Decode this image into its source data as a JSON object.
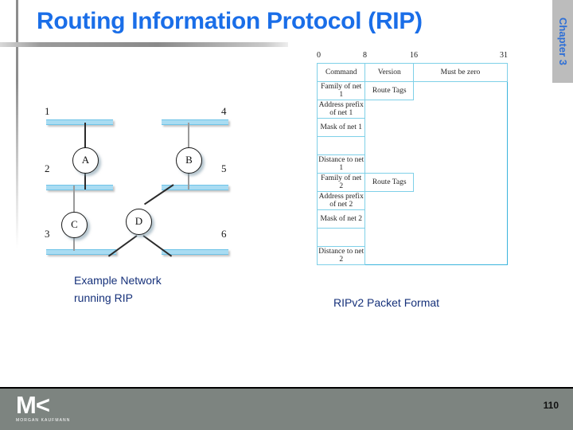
{
  "slide": {
    "title": "Routing Information Protocol (RIP)",
    "chapter_tab": "Chapter 3",
    "page_number": "110",
    "title_color": "#1a6ee8",
    "caption_color": "#16317a",
    "footer_color": "#7d8480",
    "net_bar_color": "#a9dcf2",
    "table_border_color": "#3ab4dd"
  },
  "network_diagram": {
    "caption_line1": "Example Network",
    "caption_line2": "running RIP",
    "net_labels": [
      "1",
      "2",
      "3",
      "4",
      "5",
      "6"
    ],
    "nodes": [
      "A",
      "B",
      "C",
      "D"
    ],
    "links": [
      {
        "from": "net1",
        "to": "A"
      },
      {
        "from": "A",
        "to": "net2"
      },
      {
        "from": "net2",
        "to": "C"
      },
      {
        "from": "C",
        "to": "net3"
      },
      {
        "from": "net4",
        "to": "B"
      },
      {
        "from": "B",
        "to": "net5"
      },
      {
        "from": "net5",
        "to": "D"
      },
      {
        "from": "D",
        "to": "net3"
      },
      {
        "from": "D",
        "to": "net6"
      }
    ]
  },
  "packet_format": {
    "caption": "RIPv2 Packet Format",
    "bit_ticks": [
      "0",
      "8",
      "16",
      "31"
    ],
    "rows": [
      {
        "cells": [
          {
            "label": "Command",
            "span": 8
          },
          {
            "label": "Version",
            "span": 8
          },
          {
            "label": "Must be zero",
            "span": 16
          }
        ]
      },
      {
        "cells": [
          {
            "label": "Family of net 1",
            "span": 16
          },
          {
            "label": "Route Tags",
            "span": 16
          }
        ]
      },
      {
        "cells": [
          {
            "label": "Address prefix of net 1",
            "span": 32
          }
        ]
      },
      {
        "cells": [
          {
            "label": "Mask of net 1",
            "span": 32
          }
        ]
      },
      {
        "cells": [
          {
            "label": "",
            "span": 32
          }
        ]
      },
      {
        "cells": [
          {
            "label": "Distance to net 1",
            "span": 32
          }
        ]
      },
      {
        "cells": [
          {
            "label": "Family of net 2",
            "span": 16
          },
          {
            "label": "Route Tags",
            "span": 16
          }
        ]
      },
      {
        "cells": [
          {
            "label": "Address prefix of net 2",
            "span": 32
          }
        ]
      },
      {
        "cells": [
          {
            "label": "Mask of net 2",
            "span": 32
          }
        ]
      },
      {
        "cells": [
          {
            "label": "",
            "span": 32
          }
        ]
      },
      {
        "cells": [
          {
            "label": "Distance to net 2",
            "span": 32
          }
        ]
      }
    ]
  },
  "footer": {
    "logo_mark": "M<",
    "logo_wordmark": "MORGAN KAUFMANN"
  }
}
